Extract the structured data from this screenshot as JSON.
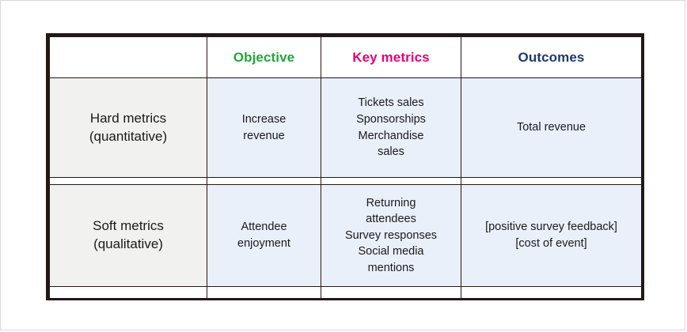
{
  "table": {
    "columns": [
      {
        "key": "label",
        "header": ""
      },
      {
        "key": "objective",
        "header": "Objective",
        "color": "#22a838"
      },
      {
        "key": "keymetrics",
        "header": "Key metrics",
        "color": "#e6007e"
      },
      {
        "key": "outcomes",
        "header": "Outcomes",
        "color": "#1f3a6e"
      }
    ],
    "rows": [
      {
        "label_line1": "Hard metrics",
        "label_line2": "(quantitative)",
        "objective_line1": "Increase",
        "objective_line2": "revenue",
        "keymetrics_line1": "Tickets sales",
        "keymetrics_line2": "Sponsorships",
        "keymetrics_line3": "Merchandise",
        "keymetrics_line4": "sales",
        "outcomes_line1": "Total revenue",
        "outcomes_line2": ""
      },
      {
        "label_line1": "Soft metrics",
        "label_line2": "(qualitative)",
        "objective_line1": "Attendee",
        "objective_line2": "enjoyment",
        "keymetrics_line1": "Returning",
        "keymetrics_line2": "attendees",
        "keymetrics_line3": "Survey responses",
        "keymetrics_line4": "Social media",
        "keymetrics_line5": "mentions",
        "outcomes_line1": "[positive survey feedback]",
        "outcomes_line2": "[cost of event]"
      }
    ]
  },
  "colors": {
    "border": "#231815",
    "label_column_bg": "#f1f1ef",
    "data_cell_bg": "#eaf0fa",
    "page_bg": "#ffffff",
    "objective_header": "#22a838",
    "keymetrics_header": "#e6007e",
    "outcomes_header": "#1f3a6e"
  }
}
